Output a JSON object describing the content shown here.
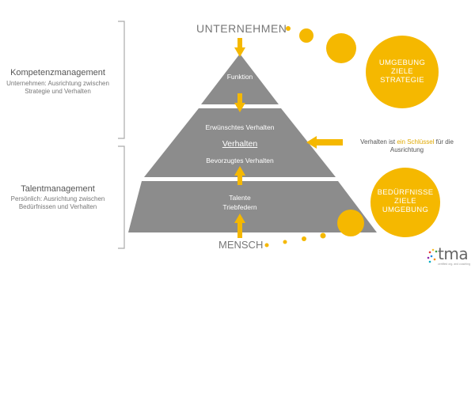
{
  "top_label": "UNTERNEHMEN",
  "bottom_label": "MENSCH",
  "pyramid": {
    "top_level": "Funktion",
    "middle_upper": "Erwünschtes Verhalten",
    "middle_center": "Verhalten",
    "middle_lower": "Bevorzugtes Verhalten",
    "bottom_line1": "Talente",
    "bottom_line2": "Triebfedern"
  },
  "left_top": {
    "title": "Kompetenzmanagement",
    "sub_line1": "Unternehmen: Ausrichtung zwischen",
    "sub_line2": "Strategie und Verhalten"
  },
  "left_bottom": {
    "title": "Talentmanagement",
    "sub_line1": "Persönlich: Ausrichtung zwischen",
    "sub_line2": "Bedürfnissen und Verhalten"
  },
  "key_note": {
    "part1": "Verhalten ist ",
    "highlight": "ein Schlüssel",
    "part2": " für die",
    "line2": "Ausrichtung"
  },
  "circle_top": {
    "line1": "UMGEBUNG",
    "line2": "ZIELE",
    "line3": "STRATEGIE"
  },
  "circle_bottom": {
    "line1": "BEDÜRFNISSE",
    "line2": "ZIELE",
    "line3": "UMGEBUNG"
  },
  "logo": {
    "text": "tma",
    "tagline": "certified org. and coaching"
  },
  "colors": {
    "accent": "#f5b800",
    "pyramid": "#8c8c8c",
    "text": "#555555"
  }
}
